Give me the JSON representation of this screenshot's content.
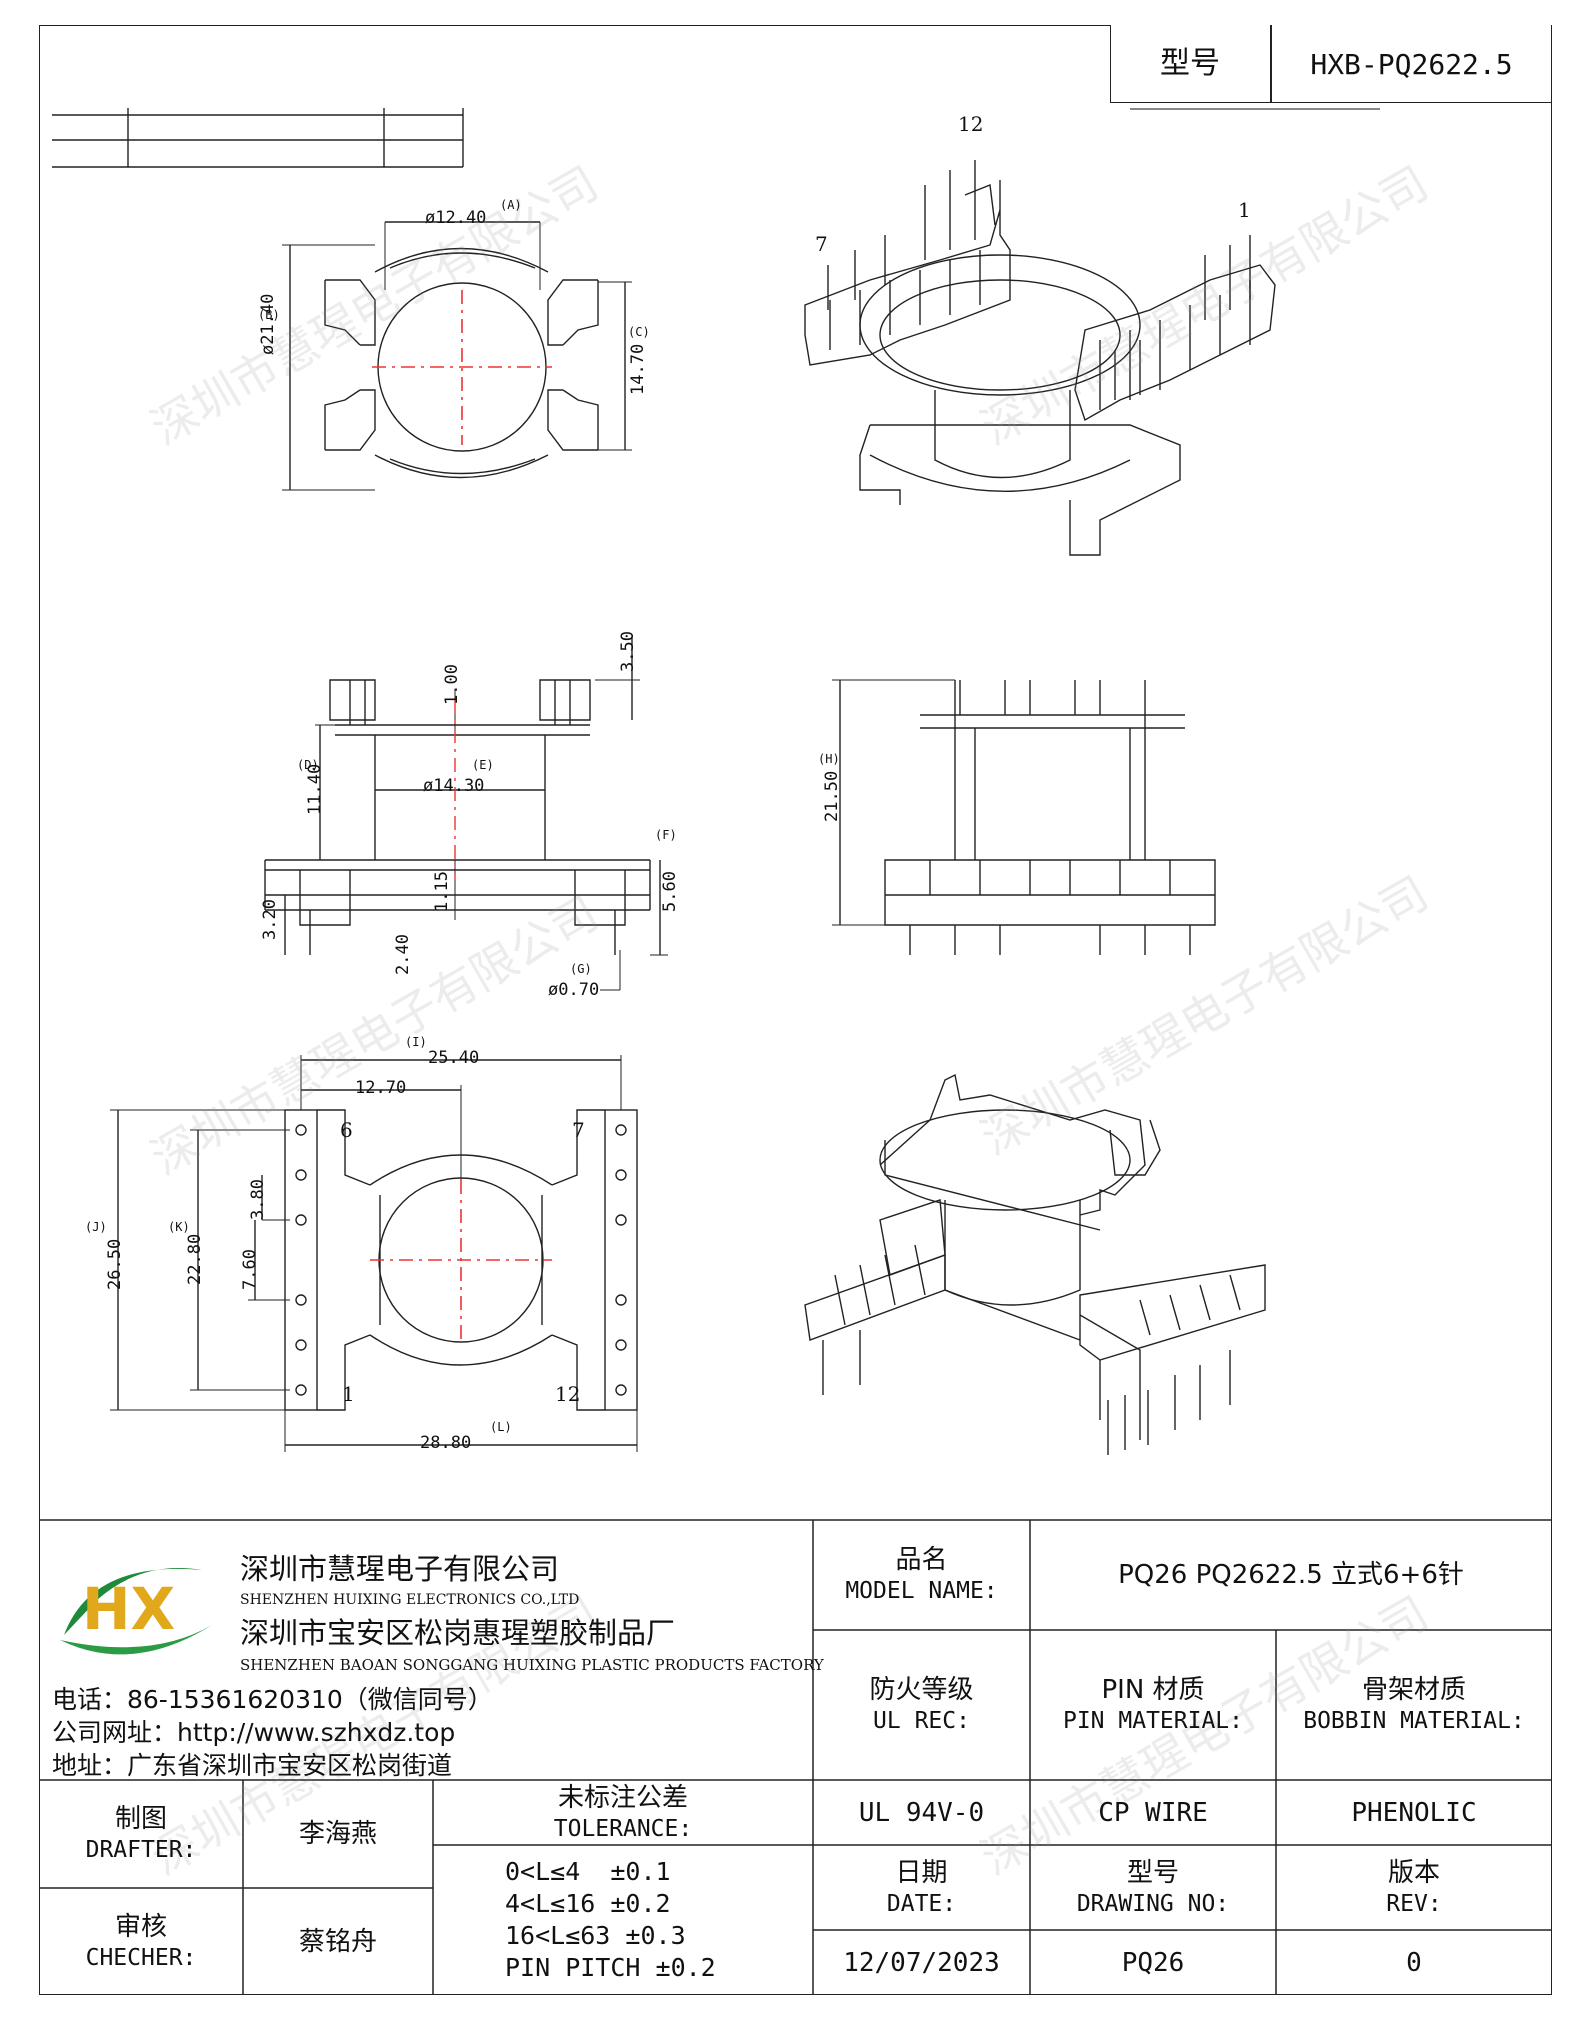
{
  "header": {
    "type_label": "型号",
    "type_value": "HXB-PQ2622.5"
  },
  "watermark": "深圳市慧瑆电子有限公司",
  "drawing": {
    "top_view": {
      "dia_a": "ø12.40",
      "tag_a": "(A)",
      "tag_b": "(B)",
      "dim_b": "ø21.40",
      "tag_c": "(C)",
      "dim_c": "14.70"
    },
    "iso_top": {
      "pin_12": "12",
      "pin_7": "7",
      "pin_1": "1"
    },
    "side_view": {
      "dim_350": "3.50",
      "dim_100": "1.00",
      "tag_d": "(D)",
      "dim_1140": "11.40",
      "tag_e": "(E)",
      "dim_1430": "ø14.30",
      "tag_f": "(F)",
      "dim_115": "1.15",
      "dim_560": "5.60",
      "dim_320": "3.20",
      "dim_240": "2.40",
      "tag_g": "(G)",
      "dim_070": "ø0.70"
    },
    "front_view": {
      "tag_h": "(H)",
      "dim_2150": "21.50"
    },
    "bottom_view": {
      "tag_i": "(I)",
      "dim_2540": "25.40",
      "dim_1270": "12.70",
      "pin_6": "6",
      "pin_7": "7",
      "dim_380": "3.80",
      "tag_j": "(J)",
      "dim_2650": "26.50",
      "tag_k": "(K)",
      "dim_2280": "22.80",
      "dim_760": "7.60",
      "pin_1": "1",
      "pin_12": "12",
      "tag_l": "(L)",
      "dim_2880": "28.80"
    }
  },
  "company": {
    "logo_text": "HX",
    "name_cn": "深圳市慧瑆电子有限公司",
    "name_en": "SHENZHEN HUIXING ELECTRONICS CO.,LTD",
    "factory_cn": "深圳市宝安区松岗惠瑆塑胶制品厂",
    "factory_en": "SHENZHEN BAOAN SONGGANG HUIXING PLASTIC PRODUCTS FACTORY",
    "phone": "电话：86-15361620310（微信同号）",
    "website": "公司网址：http://www.szhxdz.top",
    "address": "地址：广东省深圳市宝安区松岗街道"
  },
  "title_block": {
    "model_label_cn": "品名",
    "model_label_en": "MODEL NAME:",
    "model_value": "PQ26 PQ2622.5 立式6+6针",
    "ul_label_cn": "防火等级",
    "ul_label_en": "UL REC:",
    "pin_label_cn": "PIN 材质",
    "pin_label_en": "PIN MATERIAL:",
    "bobbin_label_cn": "骨架材质",
    "bobbin_label_en": "BOBBIN MATERIAL:",
    "ul_value": "UL 94V-0",
    "pin_value": "CP WIRE",
    "bobbin_value": "PHENOLIC",
    "drafter_label_cn": "制图",
    "drafter_label_en": "DRAFTER:",
    "drafter_value": "李海燕",
    "checker_label_cn": "审核",
    "checker_label_en": "CHECHER:",
    "checker_value": "蔡铭舟",
    "tol_label_cn": "未标注公差",
    "tol_label_en": "TOLERANCE:",
    "tol_1": "0<L≤4  ±0.1",
    "tol_2": "4<L≤16 ±0.2",
    "tol_3": "16<L≤63 ±0.3",
    "tol_4": "PIN PITCH ±0.2",
    "date_label_cn": "日期",
    "date_label_en": "DATE:",
    "drawing_label_cn": "型号",
    "drawing_label_en": "DRAWING NO:",
    "rev_label_cn": "版本",
    "rev_label_en": "REV:",
    "date_value": "12/07/2023",
    "drawing_value": "PQ26",
    "rev_value": "0"
  }
}
